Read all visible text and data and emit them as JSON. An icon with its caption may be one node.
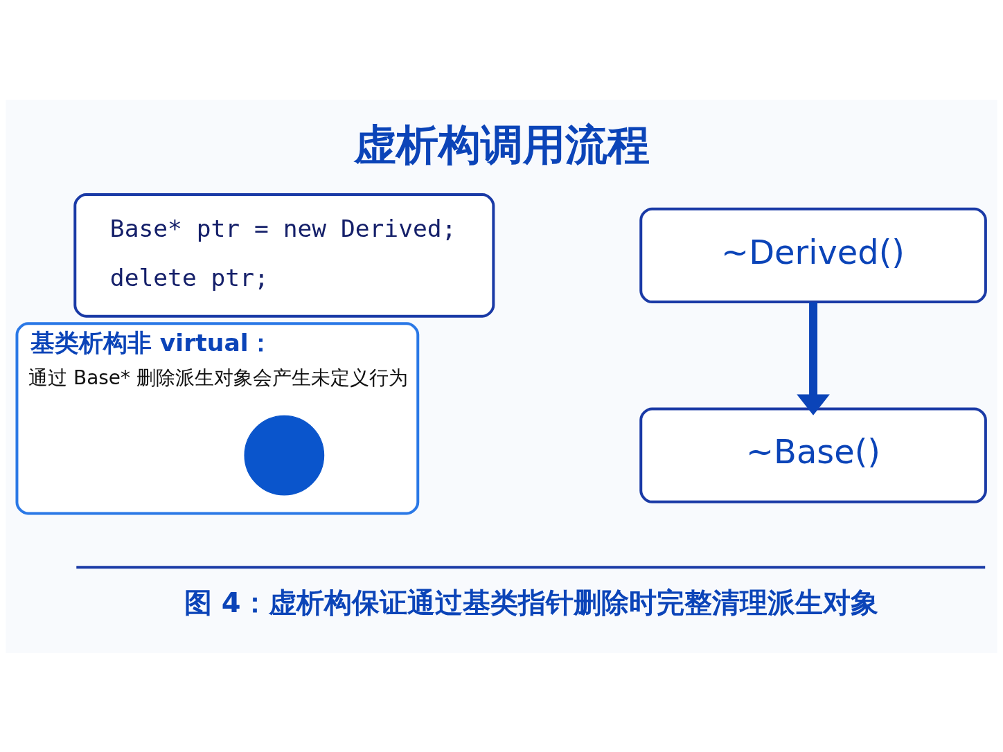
{
  "diagram": {
    "title": "虚析构调用流程",
    "caption": "图 4：虚析构保证通过基类指针删除时完整清理派生对象",
    "nodes": [
      {
        "text": [
          "Base* ptr = new Derived;",
          "delete ptr;"
        ]
      },
      {
        "text": [
          "基类析构非 virtual：",
          "通过 Base* 删除派生对象会产生未定义行为"
        ]
      },
      {
        "text": [],
        "shape": "circle",
        "in": 1
      },
      {
        "text": [
          "~Derived()"
        ]
      },
      {
        "text": [
          "~Base()"
        ]
      }
    ],
    "edges": [
      {
        "from": 3,
        "to": 4,
        "arrow": "to"
      }
    ]
  }
}
